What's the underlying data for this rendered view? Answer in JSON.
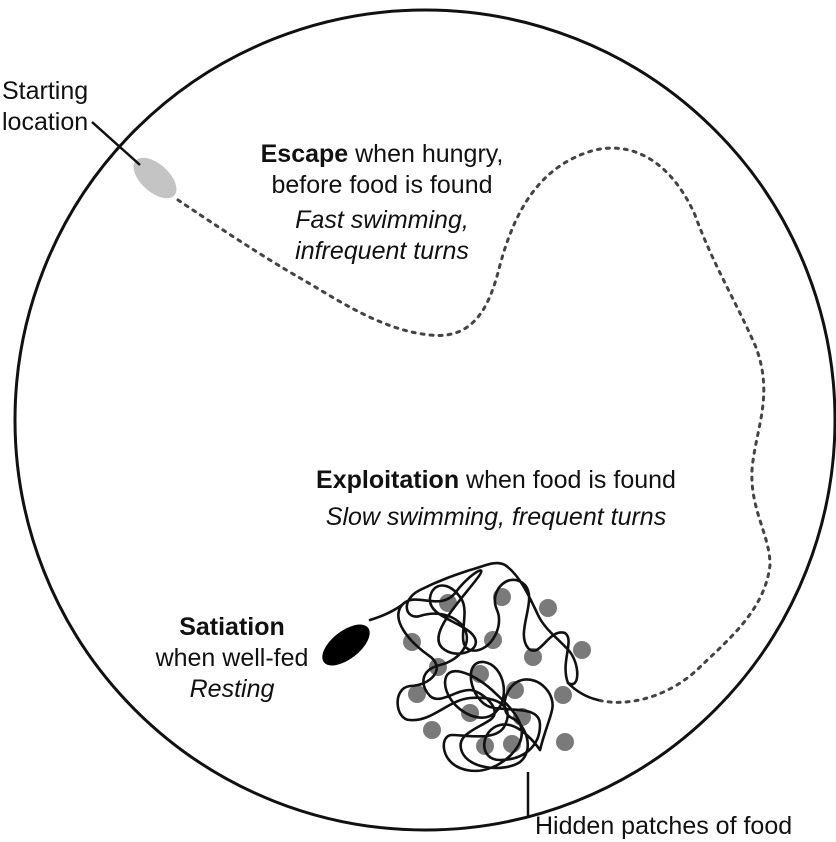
{
  "labels": {
    "starting_line1": "Starting",
    "starting_line2": "location",
    "escape_bold": "Escape",
    "escape_rest": " when hungry,",
    "escape_line2": "before food is found",
    "escape_italic1": "Fast swimming,",
    "escape_italic2": "infrequent turns",
    "exploit_bold": "Exploitation",
    "exploit_rest": " when food is found",
    "exploit_italic": "Slow swimming, frequent turns",
    "satiation_bold": "Satiation",
    "satiation_line2": "when well-fed",
    "satiation_italic": "Resting",
    "food_label": "Hidden patches of food"
  },
  "colors": {
    "outline": "#111111",
    "start_worm": "#c4c4c4",
    "end_worm": "#000000",
    "food": "#7a7a7a"
  }
}
